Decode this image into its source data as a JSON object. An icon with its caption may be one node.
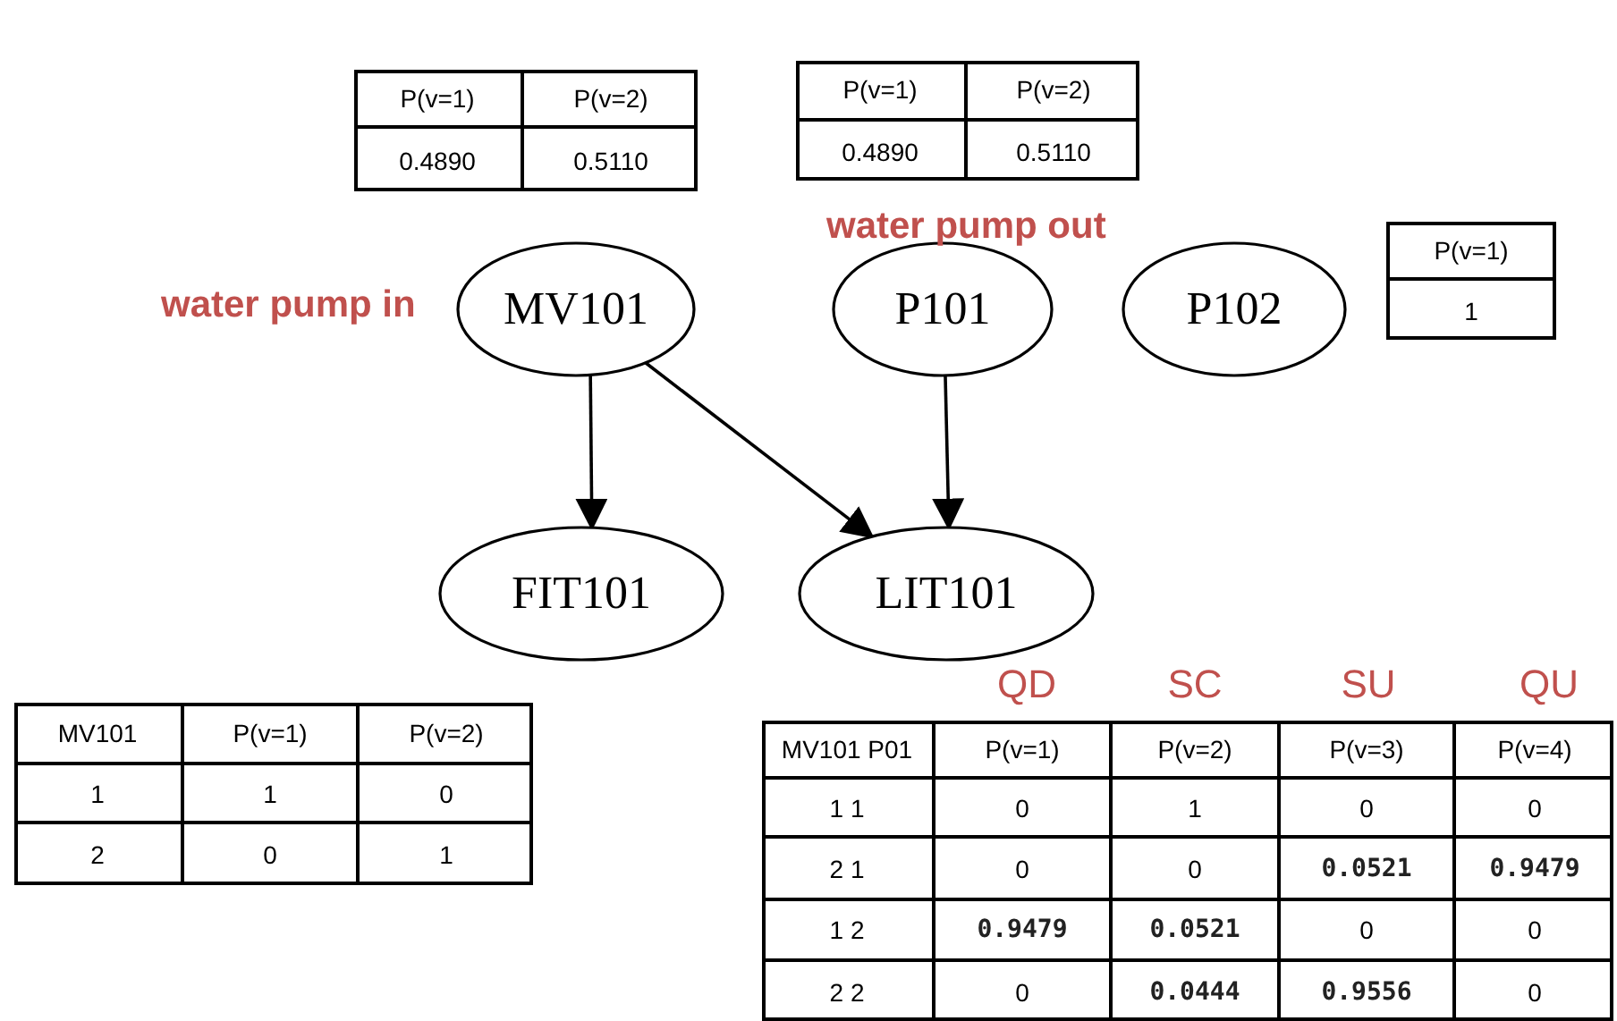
{
  "diagram": {
    "nodes": [
      {
        "text": [
          "MV101"
        ],
        "beside": [
          "water pump in"
        ]
      },
      {
        "text": [
          "P101"
        ],
        "beside": [
          "water pump out"
        ]
      },
      {
        "text": [
          "P102"
        ]
      },
      {
        "text": [
          "FIT101"
        ]
      },
      {
        "text": [
          "LIT101"
        ]
      }
    ],
    "edges": [
      {
        "from": 0,
        "to": 3,
        "arrow": "to"
      },
      {
        "from": 0,
        "to": 4,
        "arrow": "to"
      },
      {
        "from": 1,
        "to": 4,
        "arrow": "to"
      }
    ],
    "labels": [
      "P(v=1)",
      "P(v=2)",
      "0.4890",
      "0.5110",
      "P(v=1)",
      "P(v=2)",
      "0.4890",
      "0.5110",
      "P(v=1)",
      "1",
      "MV101",
      "P(v=1)",
      "P(v=2)",
      "1",
      "1",
      "0",
      "2",
      "0",
      "1",
      "QD",
      "SC",
      "SU",
      "QU",
      "MV101 P01",
      "P(v=1)",
      "P(v=2)",
      "P(v=3)",
      "P(v=4)",
      "1 1",
      "0",
      "1",
      "0",
      "0",
      "2 1",
      "0",
      "0",
      "0.0521",
      "0.9479",
      "1 2",
      "0.9479",
      "0.0521",
      "0",
      "0",
      "2 2",
      "0",
      "0.0444",
      "0.9556",
      "0"
    ]
  }
}
